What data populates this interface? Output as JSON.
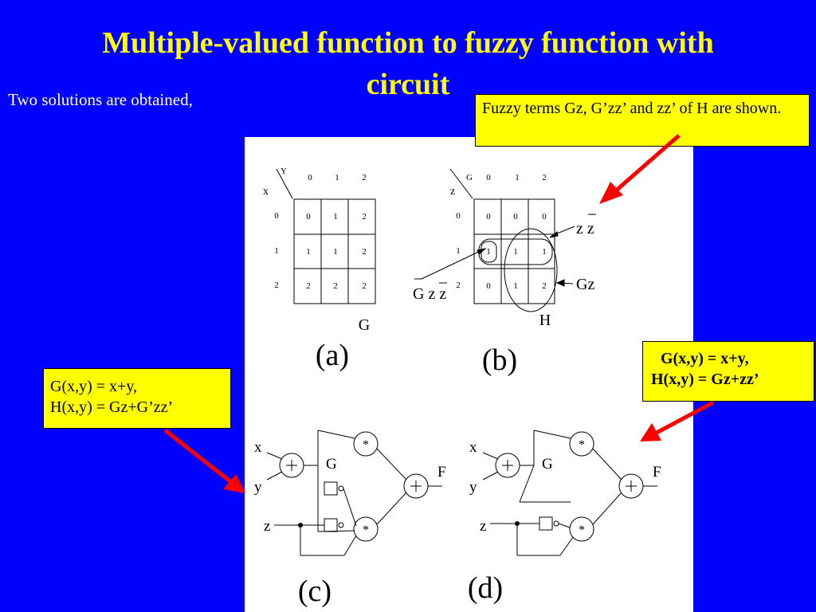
{
  "slide": {
    "title_line1": "Multiple-valued function to fuzzy function with",
    "title_line2": "circuit",
    "subtitle": "Two solutions are obtained,"
  },
  "notes": {
    "fuzzy_terms": "Fuzzy terms Gz, G’zz’ and zz’ of H are shown.",
    "solution_c_line1": "G(x,y) = x+y,",
    "solution_c_line2": "H(x,y) = Gz+G’zz’",
    "solution_d_line1": "G(x,y) = x+y,",
    "solution_d_line2": "H(x,y) = Gz+zz’"
  },
  "map_a": {
    "row_var": "x",
    "col_var": "Y",
    "col_headers": [
      "0",
      "1",
      "2"
    ],
    "row_headers": [
      "0",
      "1",
      "2"
    ],
    "cells": [
      [
        "0",
        "1",
        "2"
      ],
      [
        "1",
        "1",
        "2"
      ],
      [
        "2",
        "2",
        "2"
      ]
    ],
    "name": "G",
    "caption": "(a)"
  },
  "map_b": {
    "row_var": "z",
    "col_var": "G",
    "col_headers": [
      "0",
      "1",
      "2"
    ],
    "row_headers": [
      "0",
      "1",
      "2"
    ],
    "cells": [
      [
        "0",
        "0",
        "0"
      ],
      [
        "1",
        "1",
        "1"
      ],
      [
        "0",
        "1",
        "2"
      ]
    ],
    "name": "H",
    "caption": "(b)",
    "label_zz": "z z",
    "label_gz": "Gz",
    "label_gzz": "G z z"
  },
  "circuit_c": {
    "x": "x",
    "y": "y",
    "z": "z",
    "g": "G",
    "f": "F",
    "caption": "(c)"
  },
  "circuit_d": {
    "x": "x",
    "y": "y",
    "z": "z",
    "g": "G",
    "f": "F",
    "caption": "(d)"
  },
  "colors": {
    "background": "#0000ff",
    "title": "#ffff00",
    "note_bg": "#ffff00",
    "arrow": "#ff0000"
  }
}
